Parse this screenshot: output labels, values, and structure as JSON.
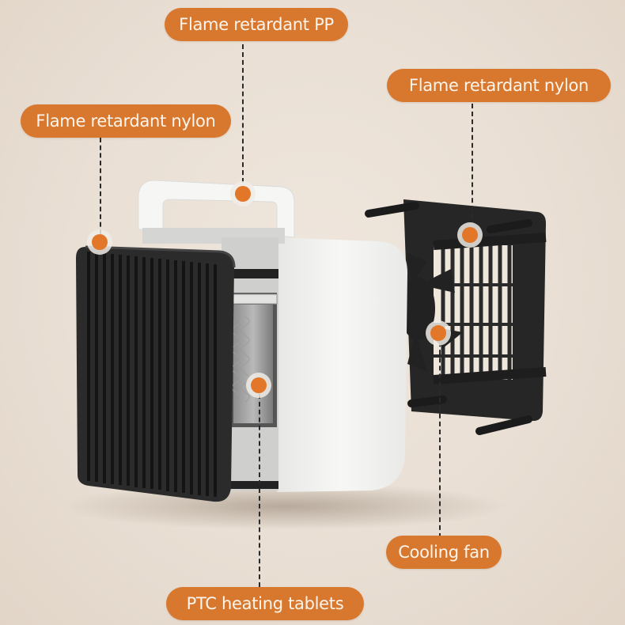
{
  "colors": {
    "background": "#ebe2d8",
    "callout_fill": "#d8782f",
    "callout_text": "#fdf5ec",
    "marker": "#e2772a",
    "grille": "#2c2c2c",
    "housing": "#f4f4f2"
  },
  "callouts": [
    {
      "id": "top",
      "label": "Flame retardant PP"
    },
    {
      "id": "right",
      "label": "Flame retardant nylon"
    },
    {
      "id": "left",
      "label": "Flame retardant nylon"
    },
    {
      "id": "fan",
      "label": "Cooling fan"
    },
    {
      "id": "ptc",
      "label": "PTC heating tablets"
    }
  ],
  "illustration": {
    "subject": "exploded-view-space-heater",
    "parts": [
      "front-grille",
      "white-housing-with-handle",
      "ptc-heating-element",
      "rear-fan-frame",
      "cooling-fan"
    ]
  }
}
